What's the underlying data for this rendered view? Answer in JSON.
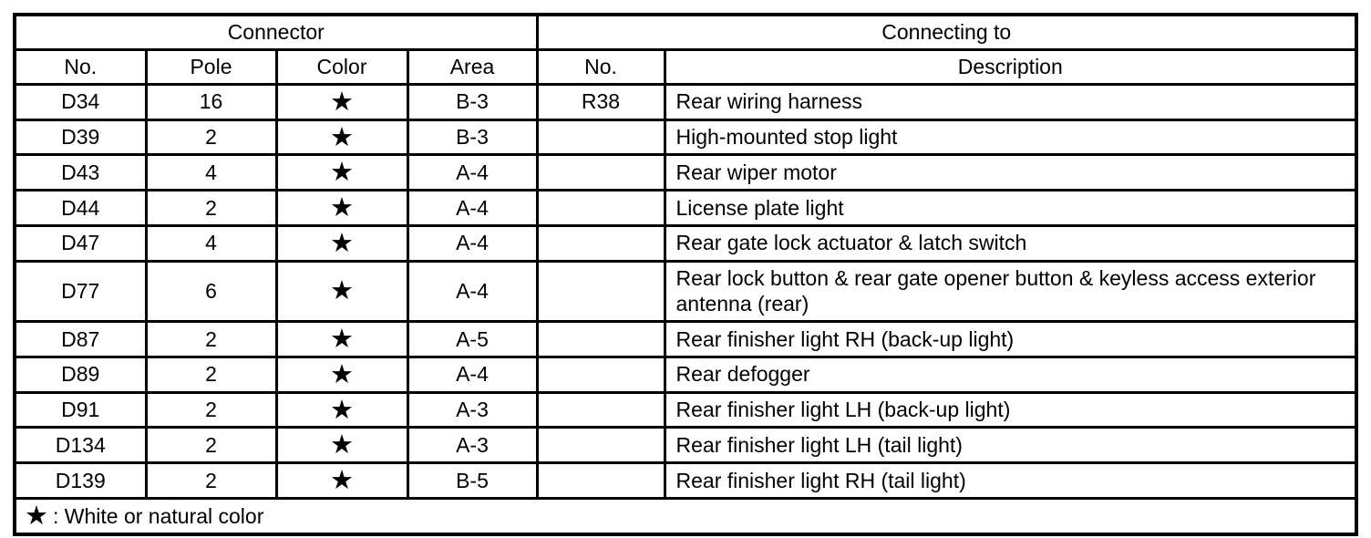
{
  "page": {
    "background": "#ffffff",
    "text_color": "#000000"
  },
  "table": {
    "group_headers": [
      {
        "label": "Connector",
        "colspan": 4
      },
      {
        "label": "Connecting to",
        "colspan": 2
      }
    ],
    "columns": [
      "No.",
      "Pole",
      "Color",
      "Area",
      "No.",
      "Description"
    ],
    "rows": [
      {
        "no": "D34",
        "pole": "16",
        "color": "★",
        "area": "B-3",
        "to_no": "R38",
        "description": "Rear wiring harness"
      },
      {
        "no": "D39",
        "pole": "2",
        "color": "★",
        "area": "B-3",
        "to_no": "",
        "description": "High-mounted stop light"
      },
      {
        "no": "D43",
        "pole": "4",
        "color": "★",
        "area": "A-4",
        "to_no": "",
        "description": "Rear wiper motor"
      },
      {
        "no": "D44",
        "pole": "2",
        "color": "★",
        "area": "A-4",
        "to_no": "",
        "description": "License plate light"
      },
      {
        "no": "D47",
        "pole": "4",
        "color": "★",
        "area": "A-4",
        "to_no": "",
        "description": "Rear gate lock actuator & latch switch"
      },
      {
        "no": "D77",
        "pole": "6",
        "color": "★",
        "area": "A-4",
        "to_no": "",
        "description": "Rear lock button & rear gate opener button & keyless access exterior antenna (rear)"
      },
      {
        "no": "D87",
        "pole": "2",
        "color": "★",
        "area": "A-5",
        "to_no": "",
        "description": "Rear finisher light RH (back-up light)"
      },
      {
        "no": "D89",
        "pole": "2",
        "color": "★",
        "area": "A-4",
        "to_no": "",
        "description": "Rear defogger"
      },
      {
        "no": "D91",
        "pole": "2",
        "color": "★",
        "area": "A-3",
        "to_no": "",
        "description": "Rear finisher light LH (back-up light)"
      },
      {
        "no": "D134",
        "pole": "2",
        "color": "★",
        "area": "A-3",
        "to_no": "",
        "description": "Rear finisher light LH (tail light)"
      },
      {
        "no": "D139",
        "pole": "2",
        "color": "★",
        "area": "B-5",
        "to_no": "",
        "description": "Rear finisher light RH (tail light)"
      }
    ],
    "footnote": {
      "symbol": "★",
      "text": ": White or natural color"
    }
  }
}
